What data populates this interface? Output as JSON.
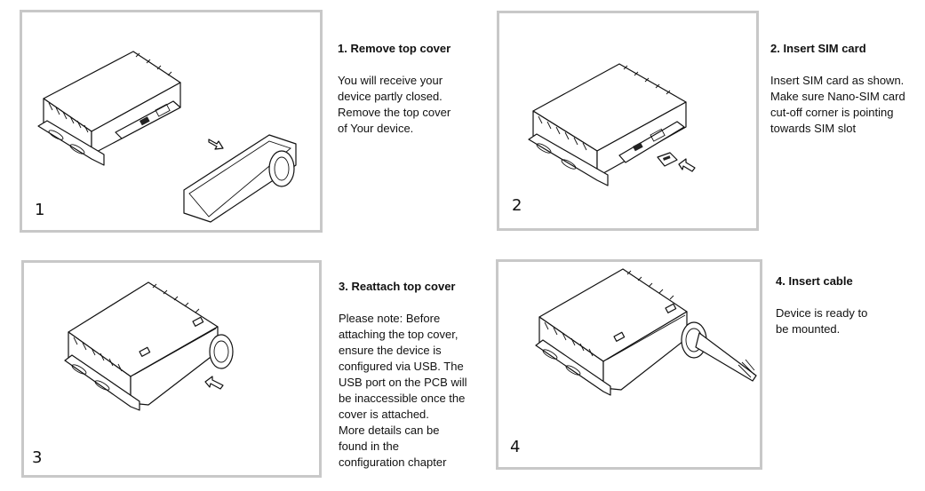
{
  "steps": [
    {
      "number": "1",
      "title": "1. Remove top cover",
      "lines": [
        "You will receive your",
        "device partly closed.",
        "Remove the top cover",
        "of Your device."
      ],
      "illustration": "device-with-cover-removed"
    },
    {
      "number": "2",
      "title": "2. Insert SIM card",
      "lines": [
        "Insert SIM card as shown.",
        "Make sure Nano-SIM card",
        "cut-off corner is pointing",
        "towards SIM slot"
      ],
      "illustration": "device-sim-card-insertion"
    },
    {
      "number": "3",
      "title": "3. Reattach top cover",
      "lines": [
        "Please note: Before",
        "attaching the top cover,",
        "ensure the device is",
        "configured via USB. The",
        "USB port on the PCB will",
        "be inaccessible once the",
        "cover is attached.",
        "More details can be",
        "found in the",
        "configuration chapter"
      ],
      "illustration": "device-cover-reattached"
    },
    {
      "number": "4",
      "title": "4. Insert cable",
      "lines": [
        "Device is ready to",
        "be mounted."
      ],
      "illustration": "device-cable-inserted"
    }
  ]
}
